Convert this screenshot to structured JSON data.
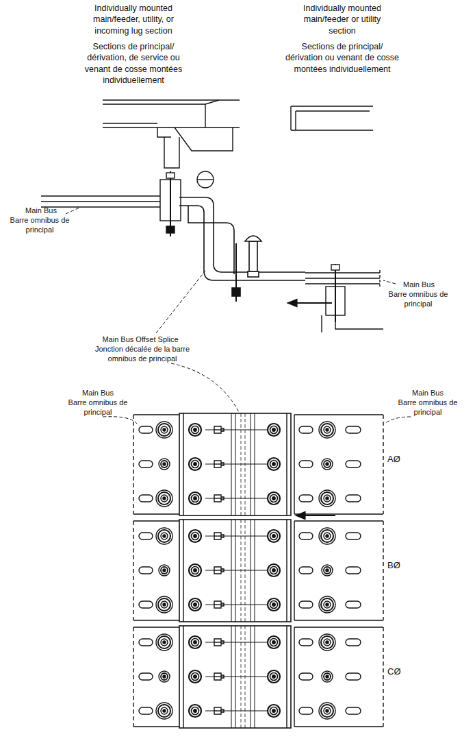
{
  "diagram": {
    "labels": [
      "Individually mounted main/feeder, utility, or incoming lug section",
      "Sections de principal/ dérivation, de service ou venant de cosse montées individuellement",
      "Individually mounted main/feeder or utility section",
      "Sections de principal/ dérivation ou venant de cosse montées individuellement",
      "Main Bus",
      "Barre omnibus de principal",
      "Main Bus Offset Splice",
      "Jonction décalée de la barre omnibus de principal",
      "Main Bus",
      "Barre omnibus de principal",
      "Main Bus",
      "Barre omnibus de principal",
      "Main Bus",
      "Barre omnibus de principal",
      "AØ",
      "BØ",
      "CØ"
    ]
  }
}
